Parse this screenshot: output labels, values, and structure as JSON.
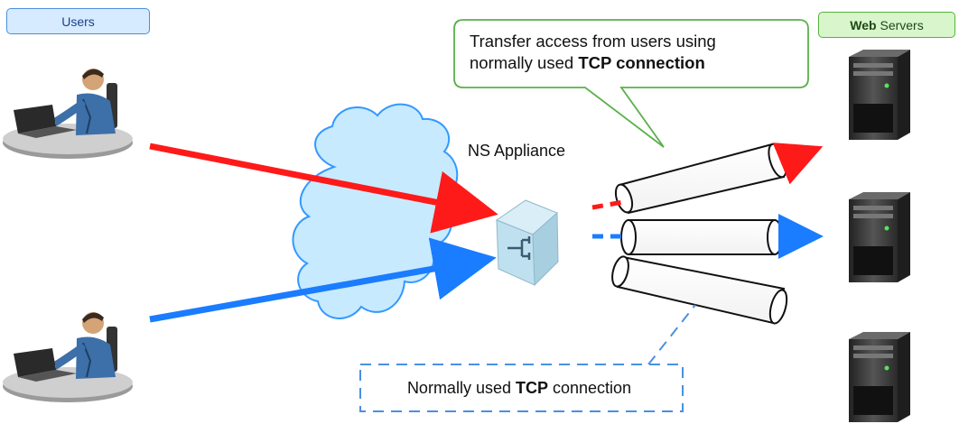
{
  "users_tag": {
    "text": "Users"
  },
  "servers_tag": {
    "bold": "Web",
    "rest": " Servers"
  },
  "callout": {
    "line1": "Transfer access from users using",
    "line2_prefix": "normally used ",
    "line2_bold": "TCP connection"
  },
  "appliance_label": "NS Appliance",
  "dashed_box": {
    "prefix": "Normally used ",
    "bold": "TCP",
    "suffix": " connection"
  },
  "colors": {
    "user_to_appliance_top": "#ff1a1a",
    "user_to_appliance_bottom": "#1a7cff",
    "callout_border": "#5ab04a",
    "dashed_border": "#4a90e2",
    "cloud_fill": "#c7eaff",
    "cloud_stroke": "#3399ff",
    "appliance": "#b8dcec",
    "server_body": "#3a3a3a"
  },
  "icons": [
    "user-at-laptop-icon",
    "cloud-icon",
    "network-appliance-icon",
    "tcp-tube-icon",
    "server-tower-icon"
  ]
}
